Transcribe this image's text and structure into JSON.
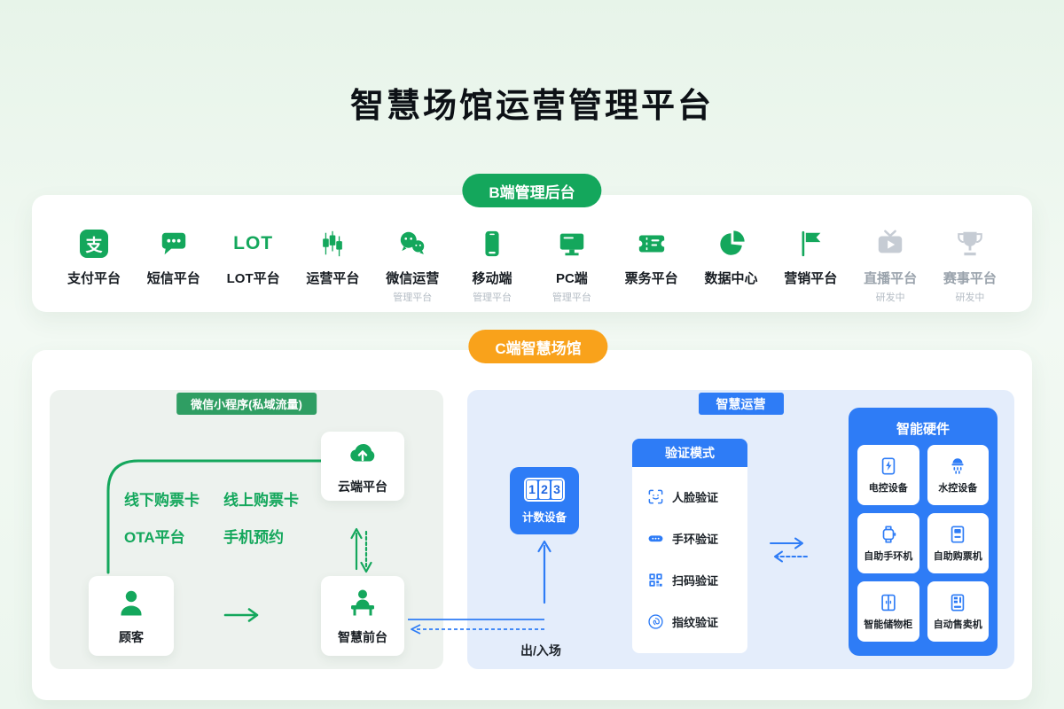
{
  "title": "智慧场馆运营管理平台",
  "colors": {
    "green": "#14a75c",
    "orange": "#f9a21b",
    "blue": "#2e7cf6",
    "gray_disabled": "#c6ccd4"
  },
  "b_section": {
    "badge": "B端管理后台",
    "items": [
      {
        "label": "支付平台",
        "icon": "alipay-icon",
        "icon_text": "支"
      },
      {
        "label": "短信平台",
        "icon": "sms-icon"
      },
      {
        "label": "LOT平台",
        "icon": "lot-text",
        "icon_text": "LOT"
      },
      {
        "label": "运营平台",
        "icon": "candlestick-icon"
      },
      {
        "label": "微信运营",
        "sublabel": "管理平台",
        "icon": "wechat-icon"
      },
      {
        "label": "移动端",
        "sublabel": "管理平台",
        "icon": "mobile-icon"
      },
      {
        "label": "PC端",
        "sublabel": "管理平台",
        "icon": "monitor-icon"
      },
      {
        "label": "票务平台",
        "icon": "ticket-icon"
      },
      {
        "label": "数据中心",
        "icon": "pie-chart-icon"
      },
      {
        "label": "营销平台",
        "icon": "flag-icon"
      },
      {
        "label": "直播平台",
        "sublabel": "研发中",
        "icon": "live-tv-icon",
        "disabled": true
      },
      {
        "label": "赛事平台",
        "sublabel": "研发中",
        "icon": "trophy-icon",
        "disabled": true
      }
    ]
  },
  "c_section": {
    "badge": "C端智慧场馆",
    "wechat_panel": {
      "badge": "微信小程序(私域流量)",
      "channels": [
        "线下购票卡",
        "线上购票卡",
        "OTA平台",
        "手机预约"
      ],
      "cloud_label": "云端平台",
      "customer_label": "顾客",
      "frontdesk_label": "智慧前台"
    },
    "smart_panel": {
      "badge": "智慧运营",
      "counter": {
        "digits": [
          "1",
          "2",
          "3"
        ],
        "label": "计数设备",
        "icon": "counter-123-icon"
      },
      "gate_label": "出/入场",
      "verify": {
        "title": "验证模式",
        "items": [
          {
            "label": "人脸验证",
            "icon": "face-scan-icon"
          },
          {
            "label": "手环验证",
            "icon": "wristband-icon"
          },
          {
            "label": "扫码验证",
            "icon": "qrcode-icon"
          },
          {
            "label": "指纹验证",
            "icon": "fingerprint-icon"
          }
        ]
      },
      "hardware": {
        "title": "智能硬件",
        "items": [
          {
            "label": "电控设备",
            "icon": "power-device-icon"
          },
          {
            "label": "水控设备",
            "icon": "water-device-icon"
          },
          {
            "label": "自助手环机",
            "icon": "wristband-machine-icon"
          },
          {
            "label": "自助购票机",
            "icon": "ticket-machine-icon"
          },
          {
            "label": "智能储物柜",
            "icon": "locker-icon"
          },
          {
            "label": "自动售卖机",
            "icon": "vending-machine-icon"
          }
        ]
      }
    }
  }
}
